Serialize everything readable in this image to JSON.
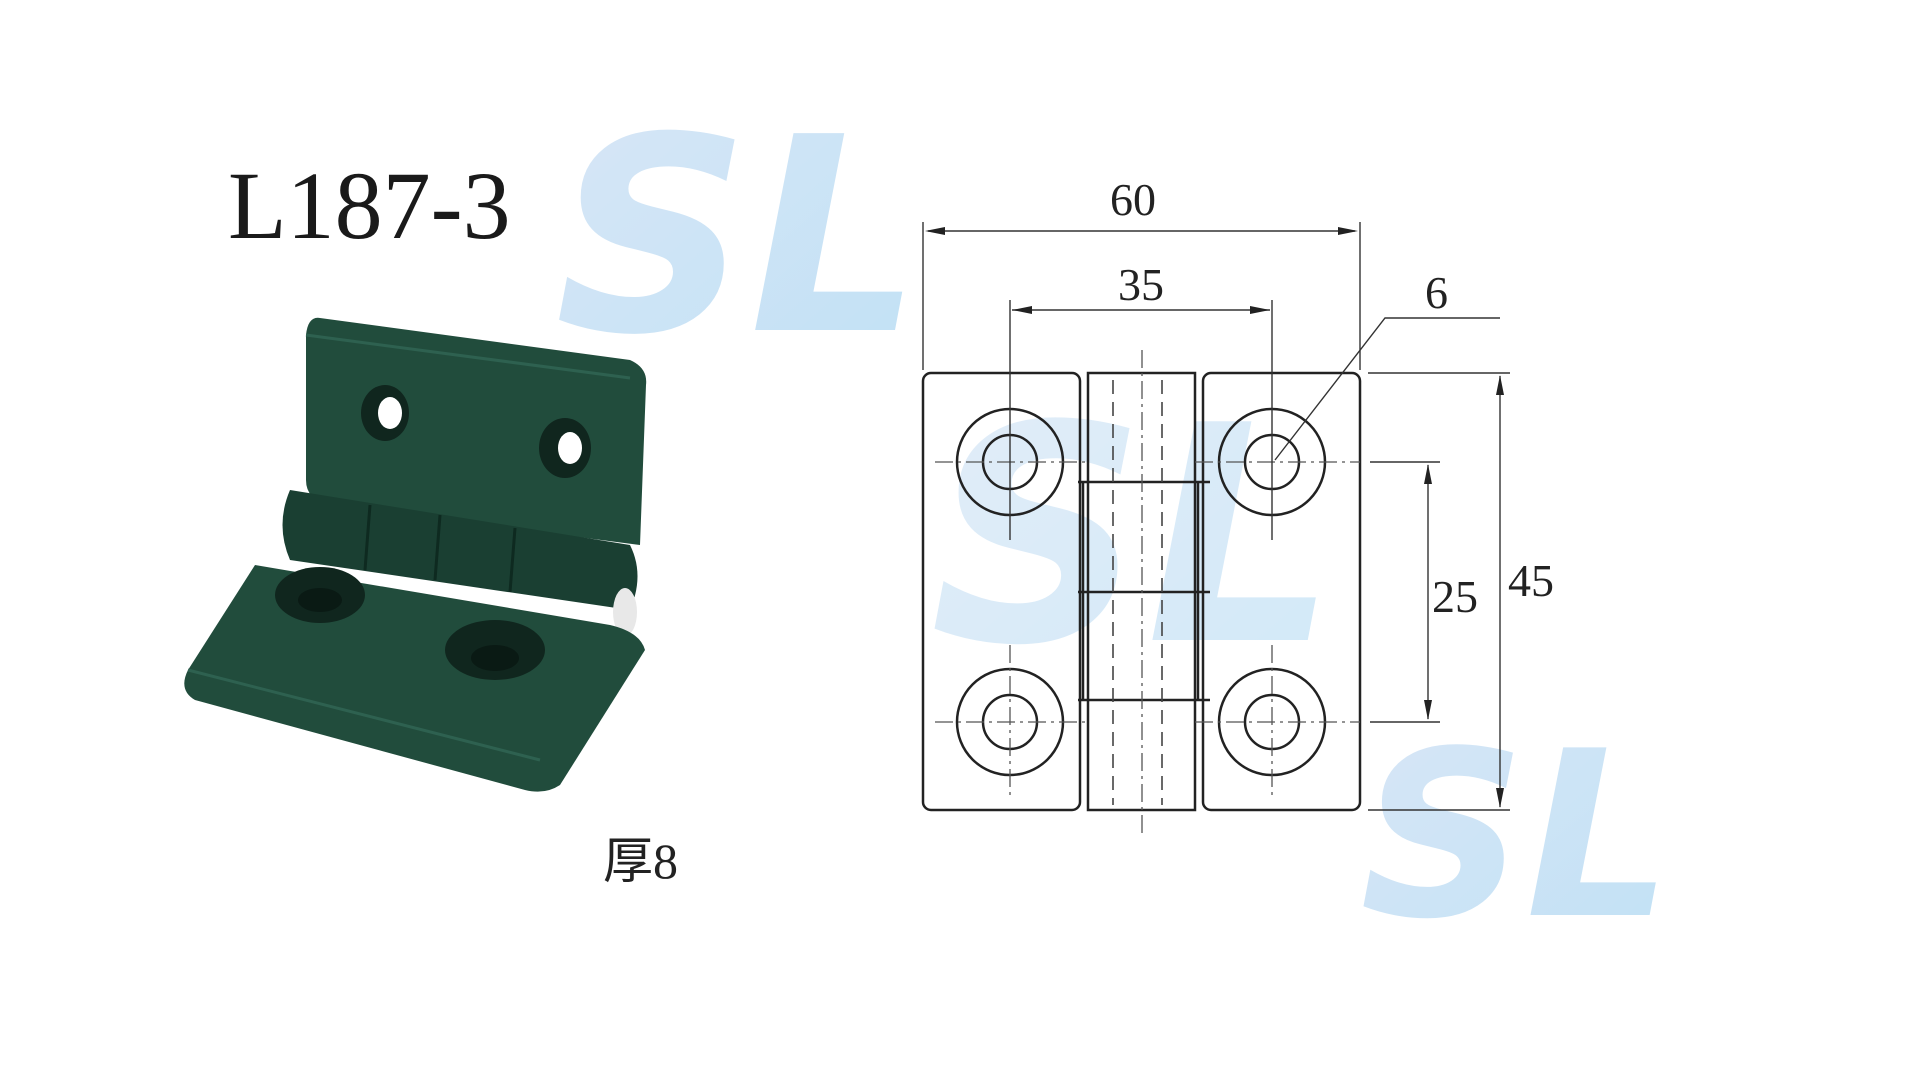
{
  "product": {
    "model": "L187-3",
    "thickness_label": "厚8",
    "color": "#1f4a3a"
  },
  "watermark": {
    "text": "SL",
    "color": "#9ec6ea"
  },
  "drawing": {
    "dimensions": {
      "overall_width": "60",
      "hole_spacing_horizontal": "35",
      "hole_diameter": "6",
      "hole_spacing_vertical": "25",
      "overall_height": "45"
    }
  }
}
